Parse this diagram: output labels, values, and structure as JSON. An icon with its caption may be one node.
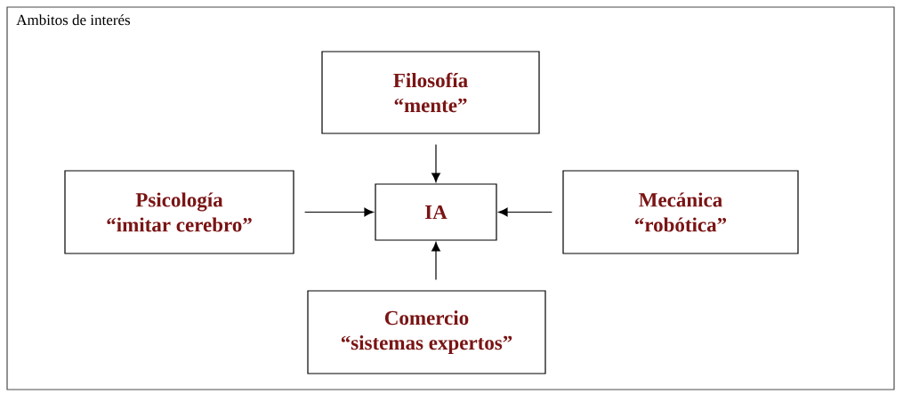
{
  "diagram": {
    "nodes": [
      {
        "text": [
          "Ambitos de interés"
        ]
      },
      {
        "text": [
          "Filosofía",
          "“mente”"
        ],
        "in": 0
      },
      {
        "text": [
          "Psicología",
          "“imitar cerebro”"
        ],
        "in": 0
      },
      {
        "text": [
          "IA"
        ],
        "in": 0
      },
      {
        "text": [
          "Mecánica",
          "“robótica”"
        ],
        "in": 0
      },
      {
        "text": [
          "Comercio",
          "“sistemas expertos”"
        ],
        "in": 0
      }
    ],
    "edges": [
      {
        "from": 1,
        "to": 3,
        "arrow": "to"
      },
      {
        "from": 2,
        "to": 3,
        "arrow": "to"
      },
      {
        "from": 4,
        "to": 3,
        "arrow": "to"
      },
      {
        "from": 5,
        "to": 3,
        "arrow": "to"
      }
    ]
  }
}
